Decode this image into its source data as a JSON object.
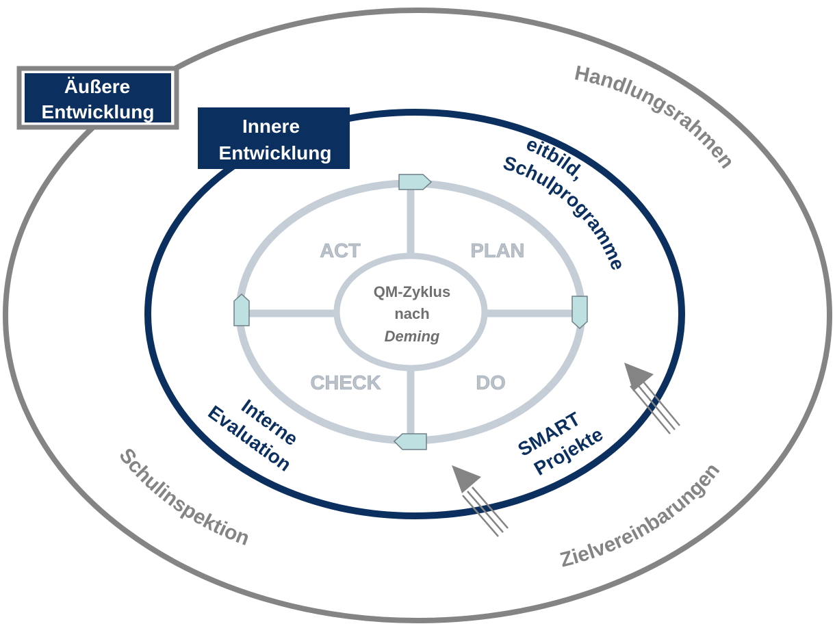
{
  "outer_box": {
    "line1": "Äußere",
    "line2": "Entwicklung"
  },
  "inner_box": {
    "line1": "Innere",
    "line2": "Entwicklung"
  },
  "outer_ring": {
    "label_top_right": "Handlungsrahmen",
    "label_bottom_left": "Schulinspektion",
    "label_bottom_right": "Zielvereinbarungen"
  },
  "inner_ring": {
    "leitbild": {
      "line1": "Leitbild,",
      "line2": "Schulprogramme"
    },
    "smart": {
      "line1": "SMART",
      "line2": "Projekte"
    },
    "evaluation": {
      "line1": "Interne",
      "line2": "Evaluation"
    }
  },
  "pdca": {
    "act": "ACT",
    "plan": "PLAN",
    "check": "CHECK",
    "do": "DO"
  },
  "center": {
    "line1": "QM-Zyklus",
    "line2": "nach",
    "line3": "Deming"
  },
  "colors": {
    "navy": "#0b2f5e",
    "gray": "#848484",
    "light_ring": "#c5cdd6",
    "connector_fill": "#bfe0e0",
    "pdca_text": "#b9c1cb",
    "center_text": "#6f6f6f"
  }
}
